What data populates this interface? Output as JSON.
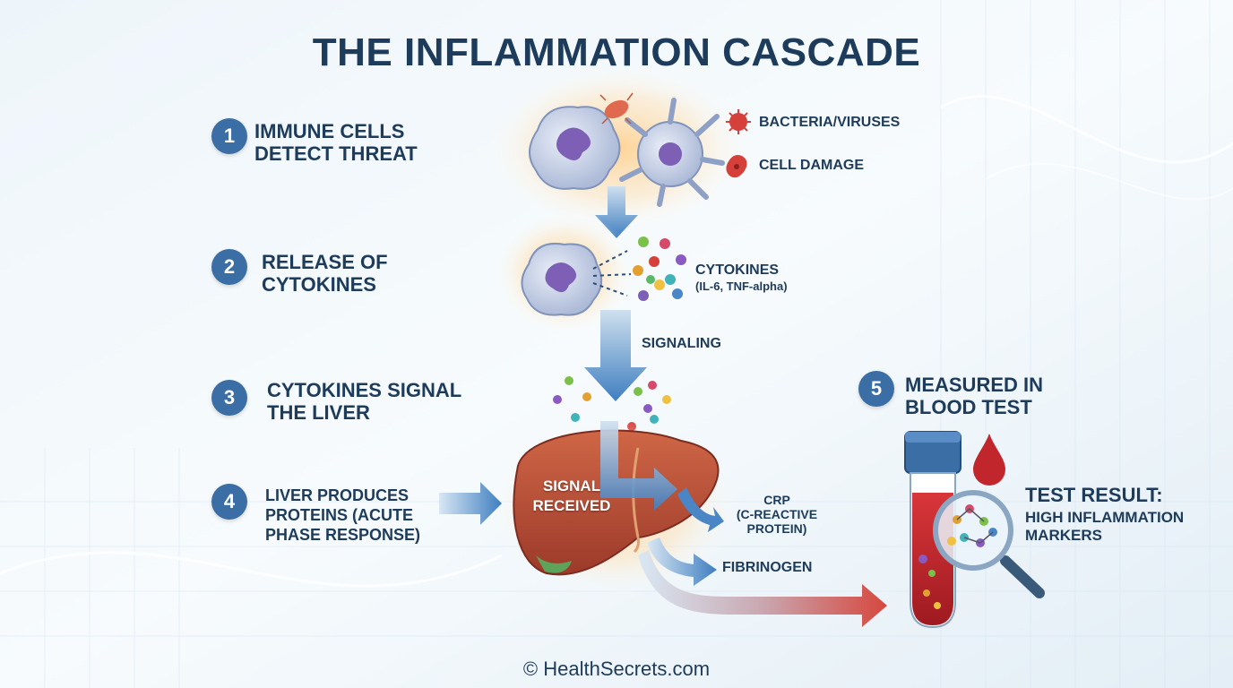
{
  "title": "THE INFLAMMATION CASCADE",
  "steps": [
    {
      "number": "1",
      "line1": "IMMUNE CELLS",
      "line2": "DETECT THREAT"
    },
    {
      "number": "2",
      "line1": "RELEASE OF",
      "line2": "CYTOKINES"
    },
    {
      "number": "3",
      "line1": "CYTOKINES SIGNAL",
      "line2": "THE LIVER"
    },
    {
      "number": "4",
      "line1": "LIVER PRODUCES",
      "line2": "PROTEINS (ACUTE",
      "line3": "PHASE RESPONSE)"
    },
    {
      "number": "5",
      "line1": "MEASURED IN",
      "line2": "BLOOD TEST"
    }
  ],
  "threats": {
    "bacteria": "BACTERIA/VIRUSES",
    "damage": "CELL DAMAGE"
  },
  "cytokines": {
    "label": "CYTOKINES",
    "sub": "(IL-6, TNF-alpha)"
  },
  "signaling": "SIGNALING",
  "liver": {
    "line1": "SIGNAL",
    "line2": "RECEIVED"
  },
  "crp": {
    "line1": "CRP",
    "line2": "(C-REACTIVE",
    "line3": "PROTEIN)"
  },
  "fibrinogen": "FIBRINOGEN",
  "result": {
    "title": "TEST RESULT:",
    "line1": "HIGH INFLAMMATION",
    "line2": "MARKERS"
  },
  "footer": "© HealthSecrets.com",
  "colors": {
    "navy": "#1d3b5a",
    "badge": "#3a6ea5",
    "arrow_blue": "#4a86c5",
    "liver": "#b8503a",
    "blood": "#c0262c"
  }
}
